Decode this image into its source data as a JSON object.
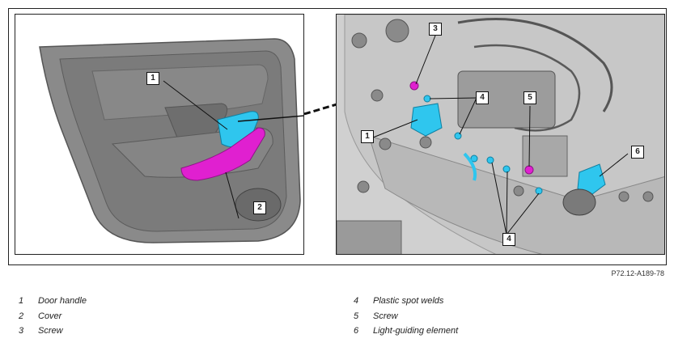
{
  "figure": {
    "code": "P72.12-A189-78",
    "callouts_left": [
      "1",
      "2"
    ],
    "callouts_right": [
      "3",
      "4",
      "5",
      "1",
      "6",
      "4"
    ]
  },
  "legend": {
    "items": [
      {
        "num": "1",
        "label": "Door handle"
      },
      {
        "num": "2",
        "label": "Cover"
      },
      {
        "num": "3",
        "label": "Screw"
      },
      {
        "num": "4",
        "label": "Plastic spot welds"
      },
      {
        "num": "5",
        "label": "Screw"
      },
      {
        "num": "6",
        "label": "Light-guiding element"
      }
    ]
  },
  "colors": {
    "highlight_cyan": "#2fc6ee",
    "highlight_magenta": "#e020d0",
    "door_gray": "#8a8a8a",
    "detail_background": "#d9d9d9"
  }
}
